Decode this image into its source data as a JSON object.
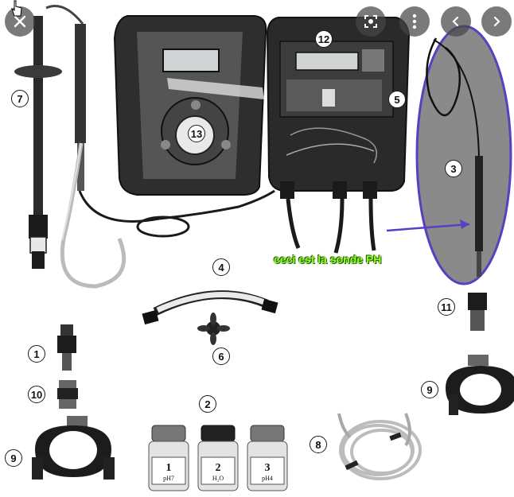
{
  "viewer": {
    "controls": [
      {
        "name": "close-button",
        "icon": "close-icon"
      },
      {
        "name": "lens-search-button",
        "icon": "lens-icon"
      },
      {
        "name": "more-options-button",
        "icon": "more-vertical-icon"
      },
      {
        "name": "previous-button",
        "icon": "chevron-left-icon"
      },
      {
        "name": "next-button",
        "icon": "chevron-right-icon"
      }
    ]
  },
  "image": {
    "annotation": "ceci est la sonde PH",
    "highlight_color": "#5a3fc0",
    "annotation_color": "#8cff2a",
    "part_numbers": [
      "7",
      "12",
      "13",
      "5",
      "3",
      "4",
      "6",
      "1",
      "10",
      "11",
      "9",
      "2",
      "8",
      "9"
    ],
    "jars": [
      {
        "number": "1",
        "text": "pH7"
      },
      {
        "number": "2",
        "text": "H₂O"
      },
      {
        "number": "3",
        "text": "pH4"
      }
    ]
  }
}
